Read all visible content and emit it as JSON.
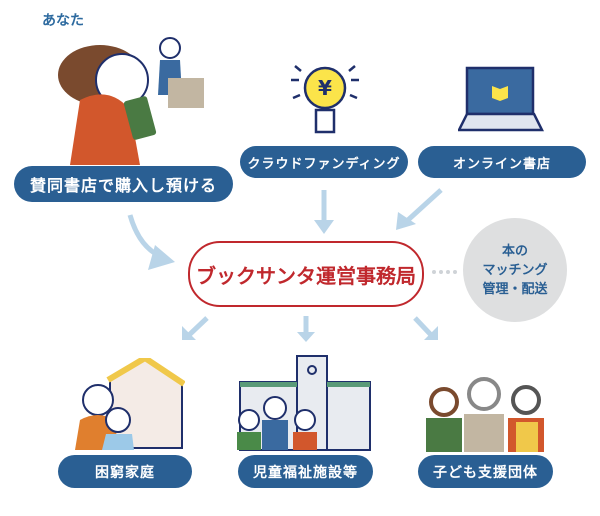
{
  "you_label": "あなた",
  "sources": {
    "bookstore": "賛同書店で購入し預ける",
    "crowdfunding": "クラウドファンディング",
    "online": "オンライン書店"
  },
  "center": "ブックサンタ運営事務局",
  "note": {
    "line1": "本の",
    "line2": "マッチング",
    "line3": "管理・配送"
  },
  "recipients": [
    "困窮家庭",
    "児童福祉施設等",
    "子ども支援団体"
  ],
  "colors": {
    "pill": "#2a5f93",
    "center": "#c0282d",
    "arrow": "#b9d4e8",
    "note_bg": "#dedfe0"
  }
}
